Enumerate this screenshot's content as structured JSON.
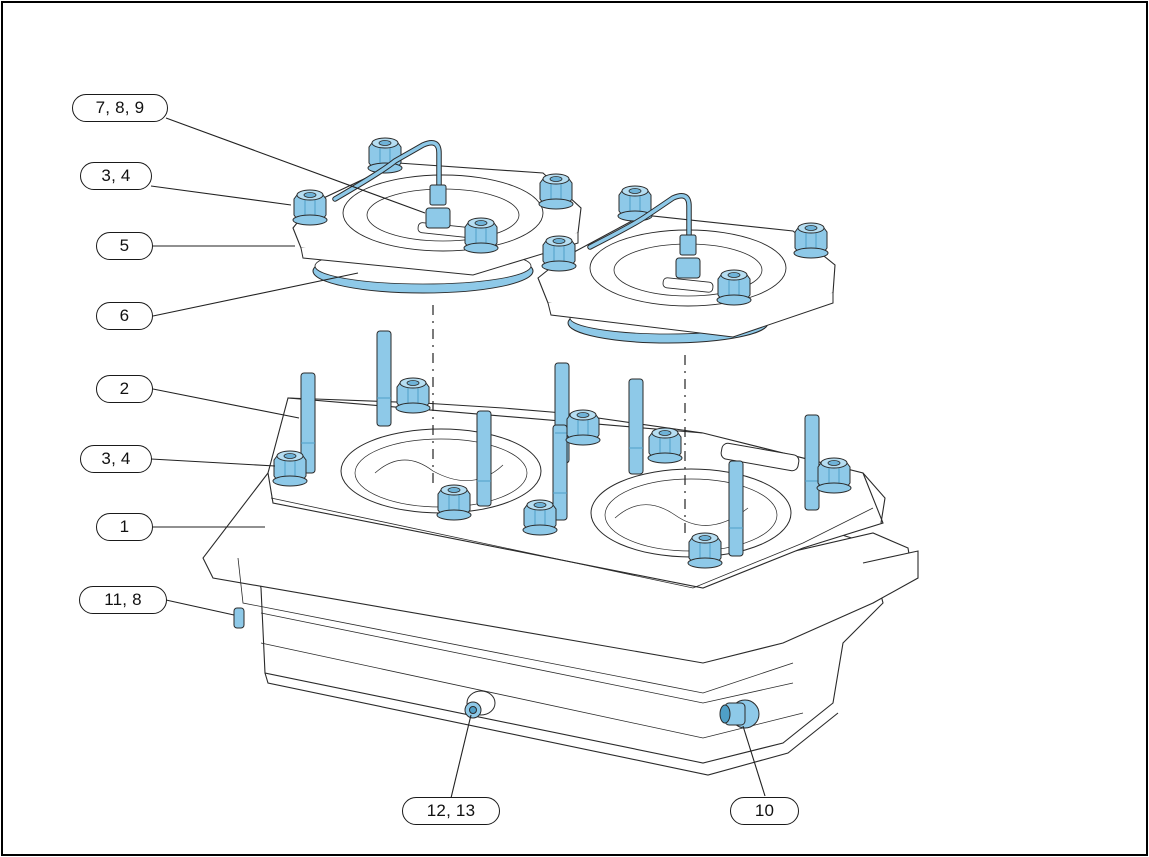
{
  "diagram": {
    "callouts": [
      {
        "id": "c-789",
        "label": "7, 8, 9"
      },
      {
        "id": "c-34-top",
        "label": "3, 4"
      },
      {
        "id": "c-5",
        "label": "5"
      },
      {
        "id": "c-6",
        "label": "6"
      },
      {
        "id": "c-2",
        "label": "2"
      },
      {
        "id": "c-34-bottom",
        "label": "3, 4"
      },
      {
        "id": "c-1",
        "label": "1"
      },
      {
        "id": "c-118",
        "label": "11, 8"
      },
      {
        "id": "c-1213",
        "label": "12, 13"
      },
      {
        "id": "c-10",
        "label": "10"
      }
    ]
  },
  "colors": {
    "hardware": "#8ec9e8",
    "hardware_dark": "#4f9fc7",
    "outline": "#2a2a2a",
    "line": "#222222"
  }
}
